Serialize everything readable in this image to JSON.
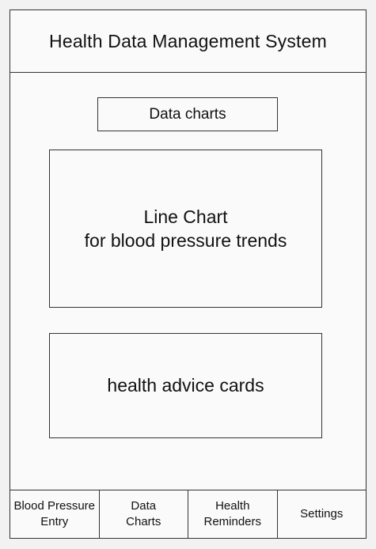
{
  "header": {
    "title": "Health Data Management System"
  },
  "main": {
    "section_title": "Data charts",
    "chart_placeholder": {
      "line1": "Line Chart",
      "line2": "for blood pressure trends"
    },
    "advice_placeholder": "health advice cards"
  },
  "bottom_nav": {
    "items": [
      {
        "label": "Blood Pressure\nEntry"
      },
      {
        "label": "Data\nCharts"
      },
      {
        "label": "Health\nReminders"
      },
      {
        "label": "Settings"
      }
    ]
  }
}
